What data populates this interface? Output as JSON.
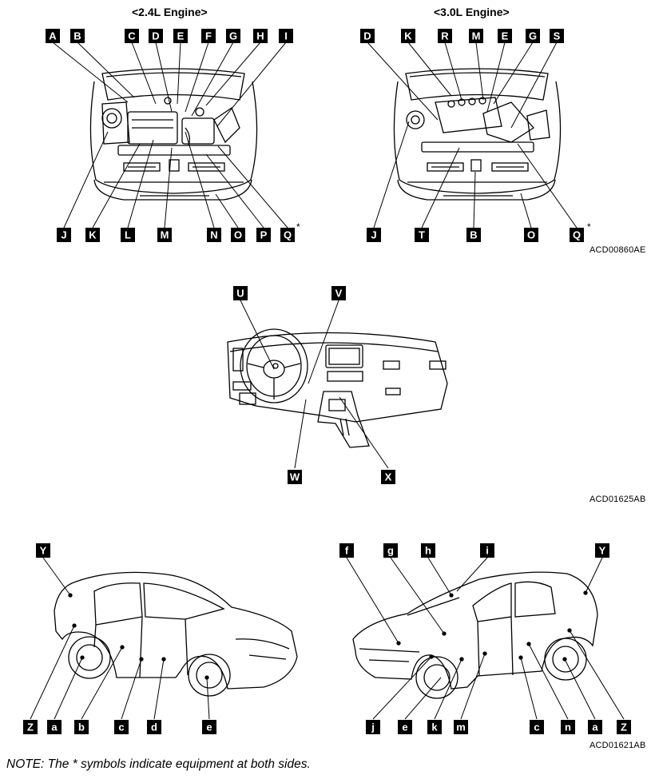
{
  "titles": {
    "engine_24": "<2.4L Engine>",
    "engine_30": "<3.0L Engine>"
  },
  "codes": {
    "engine": "ACD00860AE",
    "cockpit": "ACD01625AB",
    "body": "ACD01621AB"
  },
  "note": "NOTE: The * symbols indicate equipment at both sides.",
  "asterisk": "*",
  "labels": {
    "eng24_top": [
      "A",
      "B",
      "C",
      "D",
      "E",
      "F",
      "G",
      "H",
      "I"
    ],
    "eng24_bottom": [
      "J",
      "K",
      "L",
      "M",
      "N",
      "O",
      "P",
      "Q"
    ],
    "eng30_top": [
      "D",
      "K",
      "R",
      "M",
      "E",
      "G",
      "S"
    ],
    "eng30_bottom": [
      "J",
      "T",
      "B",
      "O",
      "Q"
    ],
    "cockpit_top": [
      "U",
      "V"
    ],
    "cockpit_bottom": [
      "W",
      "X"
    ],
    "front_top": [
      "Y"
    ],
    "front_bottom": [
      "Z",
      "a",
      "b",
      "c",
      "d",
      "e"
    ],
    "rear_top": [
      "f",
      "g",
      "h",
      "i",
      "Y"
    ],
    "rear_bottom": [
      "j",
      "e",
      "k",
      "m",
      "c",
      "n",
      "a",
      "Z"
    ]
  }
}
